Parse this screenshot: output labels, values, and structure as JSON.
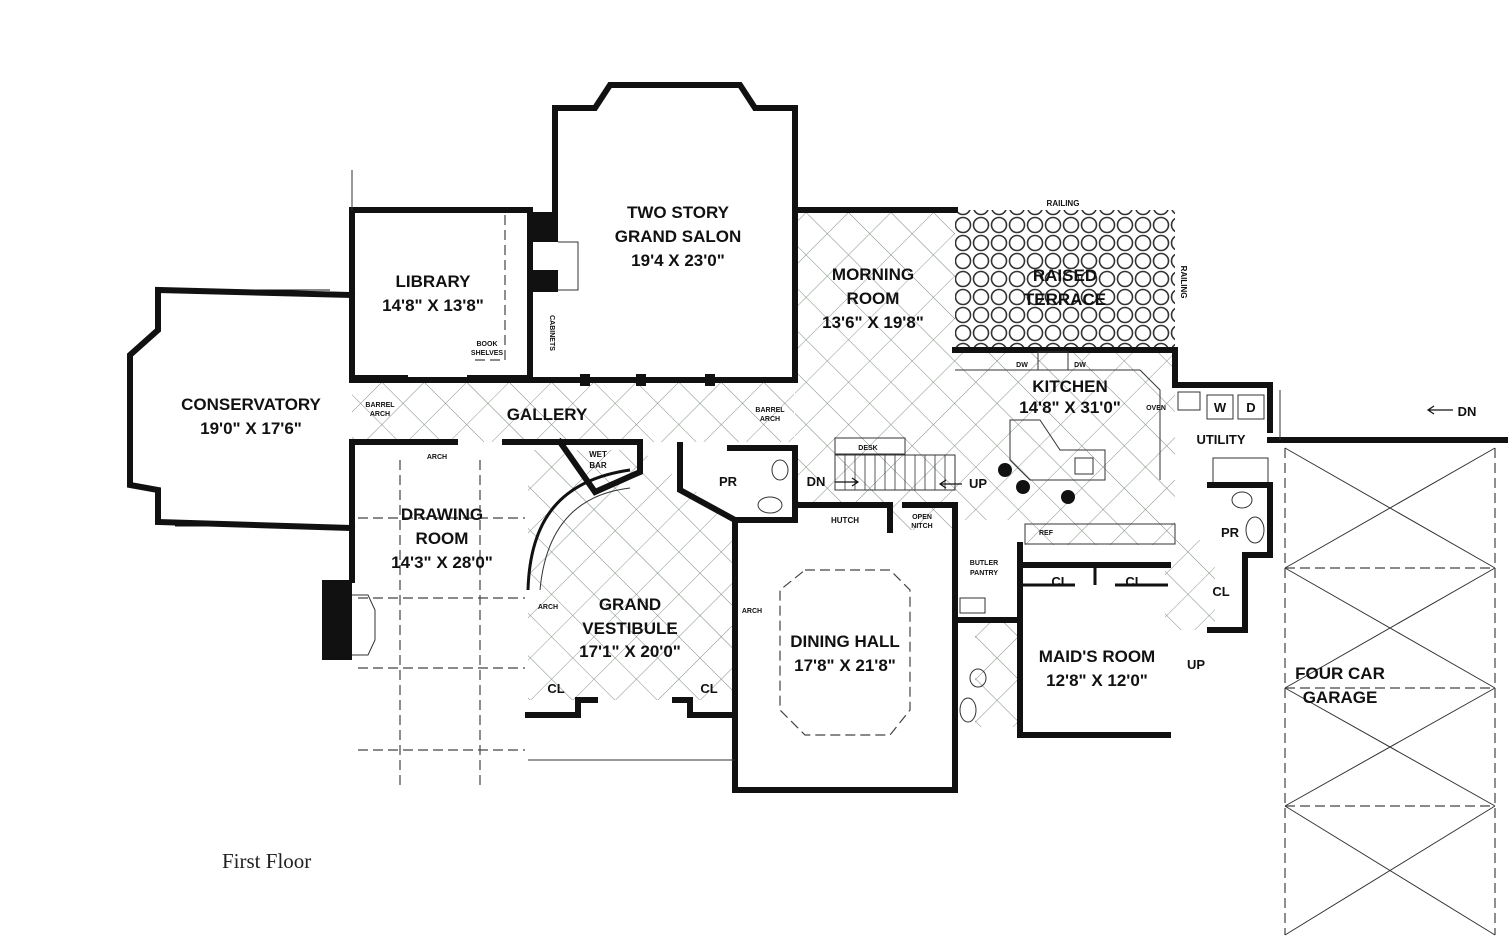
{
  "caption": "First Floor",
  "rooms": {
    "grand_salon": {
      "name1": "TWO STORY",
      "name2": "GRAND SALON",
      "size": "19'4 X 23'0\""
    },
    "library": {
      "name": "LIBRARY",
      "size": "14'8\" X 13'8\""
    },
    "conservatory": {
      "name": "CONSERVATORY",
      "size": "19'0\" X 17'6\""
    },
    "morning_room": {
      "name1": "MORNING",
      "name2": "ROOM",
      "size": "13'6\" X 19'8\""
    },
    "raised_terrace": {
      "name1": "RAISED",
      "name2": "TERRACE"
    },
    "kitchen": {
      "name": "KITCHEN",
      "size": "14'8\" X 31'0\""
    },
    "gallery": {
      "name": "GALLERY"
    },
    "drawing_room": {
      "name1": "DRAWING",
      "name2": "ROOM",
      "size": "14'3\" X 28'0\""
    },
    "grand_vestibule": {
      "name1": "GRAND",
      "name2": "VESTIBULE",
      "size": "17'1\" X 20'0\""
    },
    "dining_hall": {
      "name": "DINING HALL",
      "size": "17'8\" X 21'8\""
    },
    "maids_room": {
      "name": "MAID'S ROOM",
      "size": "12'8\" X 12'0\""
    },
    "utility": {
      "name": "UTILITY"
    },
    "garage": {
      "name1": "FOUR CAR",
      "name2": "GARAGE"
    }
  },
  "labels": {
    "railing_top": "RAILING",
    "railing_side": "RAILING",
    "book_shelves_1": "BOOK",
    "book_shelves_2": "SHELVES",
    "cabinets": "CABINETS",
    "barrel_arch_left_1": "BARREL",
    "barrel_arch_left_2": "ARCH",
    "barrel_arch_right_1": "BARREL",
    "barrel_arch_right_2": "ARCH",
    "arch_drawing": "ARCH",
    "arch_vestibule_left": "ARCH",
    "arch_vestibule_right": "ARCH",
    "wet_bar_1": "WET",
    "wet_bar_2": "BAR",
    "pr_center": "PR",
    "pr_right": "PR",
    "dn_center": "DN",
    "up_center": "UP",
    "dn_right": "DN",
    "up_right": "UP",
    "desk": "DESK",
    "hutch": "HUTCH",
    "open_nitch_1": "OPEN",
    "open_nitch_2": "NITCH",
    "butler_pantry_1": "BUTLER",
    "butler_pantry_2": "PANTRY",
    "dw_1": "DW",
    "dw_2": "DW",
    "oven": "OVEN",
    "ref": "REF",
    "washer": "W",
    "dryer": "D",
    "cl_vest_left": "CL",
    "cl_vest_right": "CL",
    "cl_maid_1": "CL",
    "cl_maid_2": "CL",
    "cl_right": "CL"
  }
}
